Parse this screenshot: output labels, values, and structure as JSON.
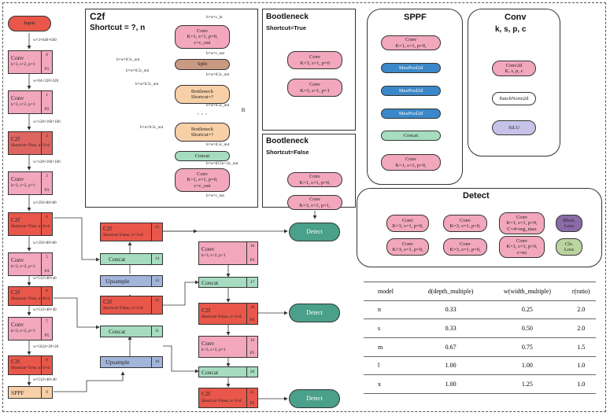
{
  "backbone": {
    "input": "Input",
    "boxes": [
      {
        "title": "Conv",
        "sub": "k=3, s=2, p=1",
        "n": "0",
        "p": "P1"
      },
      {
        "title": "Conv",
        "sub": "k=3, s=2, p=1",
        "n": "1",
        "p": "P2"
      },
      {
        "title": "C2f",
        "sub": "Shortcut=True, n=3×d",
        "n": "2",
        "p": ""
      },
      {
        "title": "Conv",
        "sub": "k=3, s=2, p=1",
        "n": "3",
        "p": "P3"
      },
      {
        "title": "C2f",
        "sub": "Shortcut=True, n=6×d",
        "n": "4",
        "p": ""
      },
      {
        "title": "Conv",
        "sub": "k=3, s=2, p=1",
        "n": "5",
        "p": "P4"
      },
      {
        "title": "C2f",
        "sub": "Shortcut=True, n=6×d",
        "n": "6",
        "p": ""
      },
      {
        "title": "Conv",
        "sub": "k=3, s=2, p=1",
        "n": "7",
        "p": "P5"
      },
      {
        "title": "C2f",
        "sub": "Shortcut=True, n=3×d",
        "n": "8",
        "p": ""
      }
    ],
    "sppf": {
      "title": "SPPF",
      "n": "9"
    },
    "dims": [
      "w×3×640×640",
      "w×64×320×320",
      "w×128×160×160",
      "w×128×160×160",
      "w×256×80×80",
      "w×256×80×80",
      "w×512×40×40",
      "w×512×40×40",
      "w×1024×20×20",
      "w×512×40×40"
    ]
  },
  "c2f": {
    "title": "C2f",
    "subtitle": "Shortcut = ?, n",
    "conv_top": "Conv\nK=1, s=1, p=0,\nc=c_out",
    "split": "Split",
    "bottleneck": "Bottleneck\nShortcut=?",
    "dots": "· · ·",
    "concat": "Concat",
    "conv_bottom": "Conv\nK=1, s=1, p=0,\nc=c_out",
    "n": "n",
    "labels": [
      "h×w×c_in",
      "h×w×c_out",
      "h×w×0.5c_out",
      "h×w×0.5c_out",
      "h×w×0.5c_out",
      "h×w×0.5c_out",
      "h×w×0.5c_out",
      "h×w×0.5c_out",
      "h×w×0.5c_out",
      "h×w×(0.5n+1)c_out",
      "h×w×c_out"
    ]
  },
  "bottleneck_true": {
    "title": "Bootleneck",
    "subtitle": "Shortcut=True",
    "conv1": "Conv\nK=3, s=1, p=0",
    "conv2": "Conv\nK=3, s=1, p=1"
  },
  "bottleneck_false": {
    "title": "Bootleneck",
    "subtitle": "Shortcut=False",
    "conv1": "Conv\nK=1, s=1, p=0,",
    "conv2": "Conv\nK=3, s=1, p=1,"
  },
  "sppf": {
    "title": "SPPF",
    "conv1": "Conv\nK=1, s=1, p=0,",
    "pools": [
      "MaxPool2d",
      "MaxPool2d",
      "MaxPool2d"
    ],
    "concat": "Concat",
    "conv2": "Conv\nK=1, s=1, p=0,"
  },
  "conv": {
    "title": "Conv",
    "subtitle": "k, s, p, c",
    "conv2d": "Conv2d\nK, s, p, c",
    "bn": "BatchNorm2d",
    "silu": "SiLU"
  },
  "detect": {
    "title": "Detect",
    "row1": [
      "Conv\nK=3, s=1, p=0,",
      "Conv\nK=3, s=1, p=0,",
      "Conv\nK=1, s=1, p=0,\nC=4×reg_max"
    ],
    "row2": [
      "Conv\nK=3, s=1, p=0,",
      "Conv\nK=3, s=1, p=0,",
      "Conv\nK=1, s=1, p=0,\nc=nc"
    ],
    "loss1": "Bbox.\nLoss",
    "loss2": "Cls.\nLoss"
  },
  "neck": {
    "left": [
      {
        "title": "C2f",
        "sub": "Shortcut=False, n=3×d",
        "n": "15"
      },
      {
        "title": "Concat",
        "n": "14"
      },
      {
        "title": "Upsample",
        "n": "13"
      },
      {
        "title": "C2f",
        "sub": "Shortcut=False, n=3×d",
        "n": "12"
      },
      {
        "title": "Concat",
        "n": "11"
      },
      {
        "title": "Upsample",
        "n": "10"
      }
    ],
    "right": [
      {
        "title": "Conv",
        "sub": "k=3, s=2, p=1",
        "n": "16",
        "p": "P3"
      },
      {
        "title": "Concat",
        "n": "17"
      },
      {
        "title": "C2f",
        "sub": "Shortcut=False, n=3×d",
        "n": "18",
        "p": "P4"
      },
      {
        "title": "Conv",
        "sub": "k=3, s=2, p=1",
        "n": "19",
        "p": "P5"
      },
      {
        "title": "Concat",
        "n": "20"
      },
      {
        "title": "C2f",
        "sub": "Shortcut=False, n=3×d",
        "n": "21",
        "p": "P5"
      }
    ],
    "detects": [
      "Detect",
      "Detect",
      "Detect"
    ]
  },
  "table": {
    "headers": [
      "model",
      "d(depth_multiple)",
      "w(width_multiple)",
      "r(ratio)"
    ],
    "rows": [
      [
        "n",
        "0.33",
        "0.25",
        "2.0"
      ],
      [
        "s",
        "0.33",
        "0.50",
        "2.0"
      ],
      [
        "m",
        "0.67",
        "0.75",
        "1.5"
      ],
      [
        "l",
        "1.00",
        "1.00",
        "1.0"
      ],
      [
        "x",
        "1.00",
        "1.25",
        "1.0"
      ]
    ]
  }
}
